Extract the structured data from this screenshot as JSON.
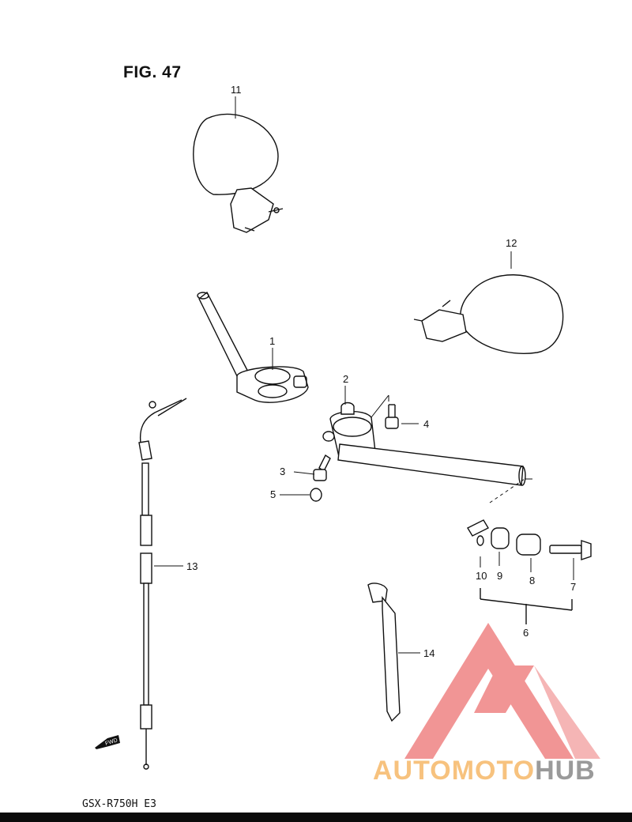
{
  "figure": {
    "title": "FIG. 47",
    "model": "GSX-R750H  E3"
  },
  "callouts": {
    "c1": "1",
    "c2": "2",
    "c3": "3",
    "c4": "4",
    "c5": "5",
    "c6": "6",
    "c7": "7",
    "c8": "8",
    "c9": "9",
    "c10": "10",
    "c11": "11",
    "c12": "12",
    "c13": "13",
    "c14": "14"
  },
  "fwd_label": "FWD",
  "watermark": {
    "part1": "AUTOMOTO",
    "part2": "HUB",
    "accent": "#f08a8a",
    "text_color": "#f7c27e",
    "gray": "#9a9a9a"
  }
}
